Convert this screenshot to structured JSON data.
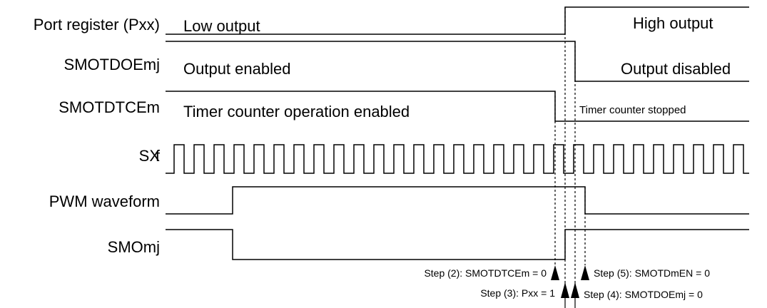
{
  "signals": [
    {
      "id": "port",
      "label": "Port register (Pxx)",
      "states": [
        "Low output",
        "High output"
      ]
    },
    {
      "id": "smotdoe",
      "label": "SMOTDOEmj",
      "states": [
        "Output enabled",
        "Output disabled"
      ]
    },
    {
      "id": "smotdtce",
      "label": "SMOTDTCEm",
      "states": [
        "Timer counter operation enabled",
        "Timer counter stopped"
      ]
    },
    {
      "id": "fsx",
      "label": "f",
      "label_sub": "SX"
    },
    {
      "id": "pwm",
      "label": "PWM waveform"
    },
    {
      "id": "smomj",
      "label": "SMOmj"
    }
  ],
  "steps": [
    {
      "id": "step2",
      "text": "Step (2): SMOTDTCEm = 0"
    },
    {
      "id": "step3",
      "text": "Step (3): Pxx = 1"
    },
    {
      "id": "step4",
      "text": "Step (4): SMOTDOEmj = 0"
    },
    {
      "id": "step5",
      "text": "Step (5): SMOTDmEN = 0"
    }
  ]
}
